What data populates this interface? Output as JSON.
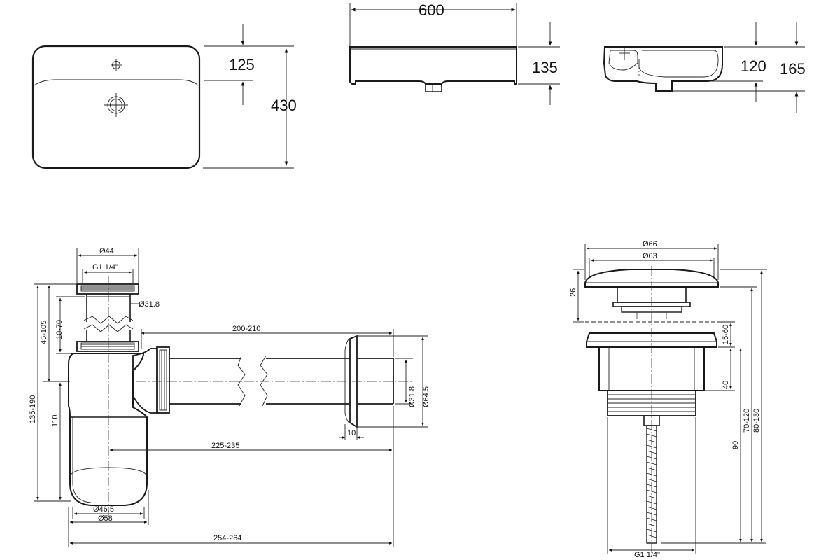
{
  "basin": {
    "top_view": {
      "depth": "125",
      "width": "430"
    },
    "front_view": {
      "length": "600",
      "height": "135"
    },
    "side_view": {
      "inner": "120",
      "outer": "165"
    }
  },
  "siphon": {
    "d_top": "Ø44",
    "thread_top": "G1 1/4\"",
    "d_inlet": "Ø31.8",
    "adj_a": "45-105",
    "adj_b": "10-70",
    "adj_c": "135-190",
    "h_body": "110",
    "pipe_len": "200-210",
    "d_pipe": "Ø31.8",
    "d_rosette": "Ø64.5",
    "rosette_w": "10",
    "outlet_len": "225-235",
    "d_cup_inner": "Ø46.5",
    "d_cup_outer": "Ø58",
    "total_len": "254-264"
  },
  "drain": {
    "d_cap_outer": "Ø66",
    "d_cap_inner": "Ø63",
    "cap_h": "26",
    "gap": "15-60",
    "body_h": "40",
    "thread_h": "90",
    "range_a": "70-120",
    "range_b": "80-130",
    "thread_bottom": "G1 1/4\""
  }
}
